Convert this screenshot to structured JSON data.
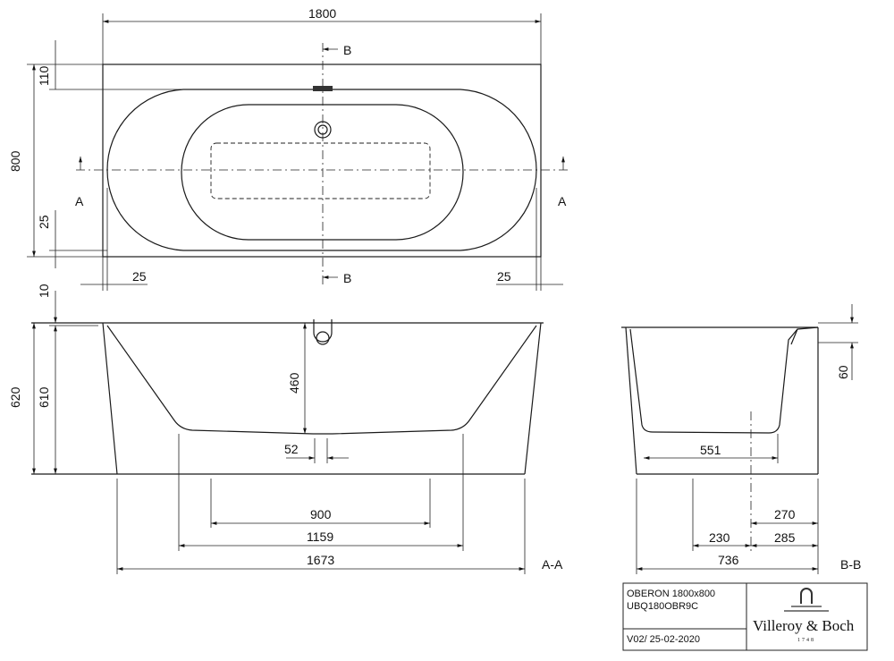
{
  "top_view": {
    "dim_length": "1800",
    "dim_width": "800",
    "dim_110": "110",
    "dim_25_side": "25",
    "dim_25_left": "25",
    "dim_25_right": "25",
    "section_a_left": "A",
    "section_a_right": "A",
    "section_b_top": "B",
    "section_b_bottom": "B"
  },
  "section_aa": {
    "label": "A-A",
    "dim_10": "10",
    "dim_620": "620",
    "dim_610": "610",
    "dim_460": "460",
    "dim_52": "52",
    "dim_900": "900",
    "dim_1159": "1159",
    "dim_1673": "1673"
  },
  "section_bb": {
    "label": "B-B",
    "dim_60": "60",
    "dim_551": "551",
    "dim_270": "270",
    "dim_230": "230",
    "dim_285": "285",
    "dim_736": "736"
  },
  "title_block": {
    "model": "OBERON 1800x800",
    "code": "UBQ180OBR9C",
    "version": "V02/ 25-02-2020",
    "brand": "Villeroy & Boch",
    "brand_year": "1748"
  }
}
